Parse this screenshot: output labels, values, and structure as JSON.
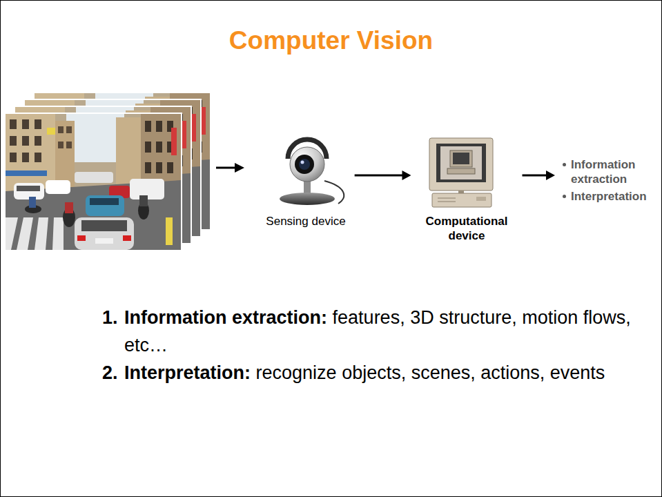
{
  "diagram": {
    "title": "Computer Vision",
    "nodes": [
      {
        "text": [
          "Sensing device"
        ]
      },
      {
        "text": [
          "Computational device"
        ]
      },
      {
        "text": [
          "Information extraction",
          "Interpretation"
        ]
      }
    ],
    "edges": [
      {
        "from": 0,
        "to": 1,
        "arrow": "to"
      },
      {
        "from": 1,
        "to": 2,
        "arrow": "to"
      }
    ],
    "labels": [
      "1.",
      "Information extraction:",
      "features, 3D structure, motion flows, etc…",
      "2.",
      "Interpretation:",
      "recognize objects, scenes, actions, events"
    ]
  }
}
